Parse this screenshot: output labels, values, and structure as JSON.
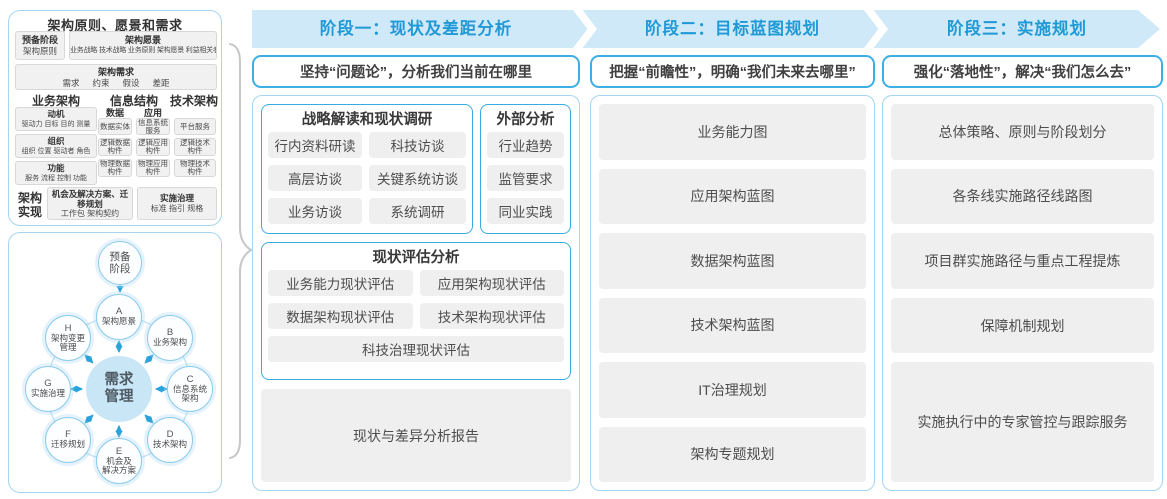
{
  "colors": {
    "accent_blue": "#2099d6",
    "ribbon_fill": "#cfe9f8",
    "panel_border": "#a5d5f0",
    "box_gray": "#efefef"
  },
  "left_panel": {
    "title": "架构原则、愿景和需求",
    "prep_stage": {
      "title": "预备阶段",
      "item": "架构原则"
    },
    "vision": {
      "title": "架构愿景",
      "items": "业务战略 技术战略 业务原则 架构愿景 利益相关者"
    },
    "requirements": {
      "title": "架构需求",
      "items": [
        "需求",
        "约束",
        "假设",
        "差距"
      ]
    },
    "business": {
      "title": "业务架构",
      "groups": [
        {
          "t": "动机",
          "s": "驱动力 目标 目的 测量"
        },
        {
          "t": "组织",
          "s": "组织 位置 驱动者 角色"
        },
        {
          "t": "功能",
          "s": "服务 流程 控制 功能"
        }
      ]
    },
    "information": {
      "title": "信息结构",
      "data_col": {
        "t": "数据",
        "items": [
          "数据实体",
          "逻辑数据构件",
          "物理数据构件"
        ]
      },
      "app_col": {
        "t": "应用",
        "items": [
          "信息系统服务",
          "逻辑应用构件",
          "物理应用构件"
        ]
      }
    },
    "technology": {
      "title": "技术架构",
      "items": [
        "平台服务",
        "逻辑技术构件",
        "物理技术构件"
      ]
    },
    "realization": {
      "label": "架构实现",
      "opportunity": {
        "t": "机会及解决方案、迁移规划",
        "s": "工作包 架构契约"
      },
      "governance": {
        "t": "实施治理",
        "s": "标准 指引 规格"
      }
    }
  },
  "adm": {
    "prep": "预备\n阶段",
    "center": "需求\n管理",
    "nodes": [
      {
        "id": "A",
        "label": "架构愿景"
      },
      {
        "id": "B",
        "label": "业务架构"
      },
      {
        "id": "C",
        "label": "信息系统\n架构"
      },
      {
        "id": "D",
        "label": "技术架构"
      },
      {
        "id": "E",
        "label": "机会及\n解决方案"
      },
      {
        "id": "F",
        "label": "迁移规划"
      },
      {
        "id": "G",
        "label": "实施治理"
      },
      {
        "id": "H",
        "label": "架构变更\n管理"
      }
    ]
  },
  "phases": [
    {
      "title": "阶段一：现状及差距分析",
      "slogan": "坚持“问题论”，分析我们当前在哪里",
      "survey": {
        "title": "战略解读和现状调研",
        "items": [
          "行内资料研读",
          "科技访谈",
          "高层访谈",
          "关键系统访谈",
          "业务访谈",
          "系统调研"
        ]
      },
      "external": {
        "title": "外部分析",
        "items": [
          "行业趋势",
          "监管要求",
          "同业实践"
        ]
      },
      "assessment": {
        "title": "现状评估分析",
        "items": [
          "业务能力现状评估",
          "应用架构现状评估",
          "数据架构现状评估",
          "技术架构现状评估",
          "科技治理现状评估"
        ]
      },
      "report": "现状与差异分析报告"
    },
    {
      "title": "阶段二：目标蓝图规划",
      "slogan": "把握“前瞻性”，明确“我们未来去哪里”",
      "items": [
        "业务能力图",
        "应用架构蓝图",
        "数据架构蓝图",
        "技术架构蓝图",
        "IT治理规划",
        "架构专题规划"
      ]
    },
    {
      "title": "阶段三：实施规划",
      "slogan": "强化“落地性”，解决“我们怎么去”",
      "items": [
        "总体策略、原则与阶段划分",
        "各条线实施路径线路图",
        "项目群实施路径与重点工程提炼",
        "保障机制规划",
        "实施执行中的专家管控与跟踪服务"
      ]
    }
  ]
}
